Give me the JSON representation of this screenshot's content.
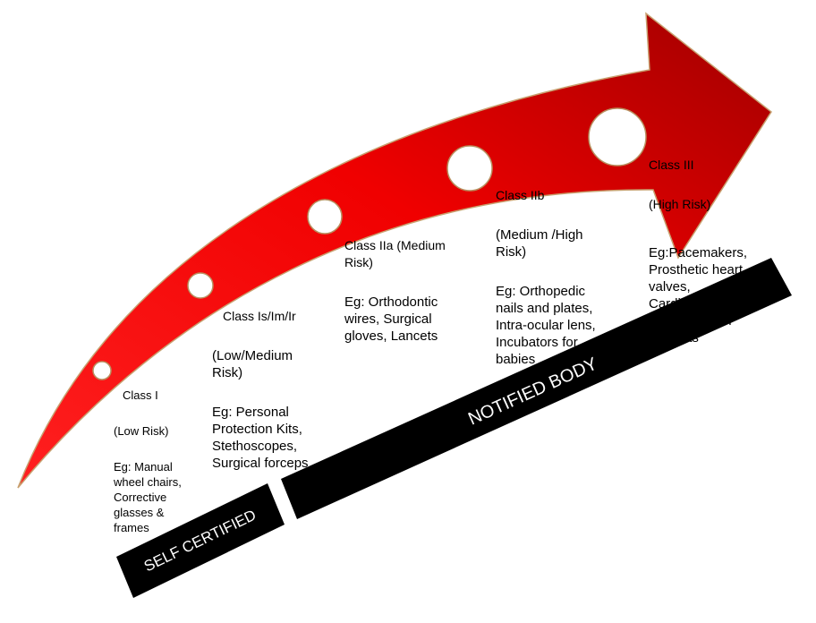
{
  "classes": [
    {
      "name": "Class I",
      "risk": "(Low Risk)",
      "examples": "Eg: Manual\nwheel chairs,\nCorrective\nglasses &\nframes"
    },
    {
      "name": "Class Is/Im/Ir",
      "risk": "(Low/Medium\nRisk)",
      "examples": "Eg: Personal\nProtection Kits,\nStethoscopes,\nSurgical forceps"
    },
    {
      "name": "Class IIa (Medium\nRisk)",
      "risk": "",
      "examples": "Eg: Orthodontic\nwires, Surgical\ngloves, Lancets"
    },
    {
      "name": "Class IIb",
      "risk": "(Medium /High\nRisk)",
      "examples": "Eg: Orthopedic\nnails and plates,\nIntra-ocular lens,\nIncubators for\nbabies"
    },
    {
      "name": "Class III",
      "risk": "(High Risk)",
      "examples": "Eg:Pacemakers,\nProsthetic heart\nvalves,\nCardiovascular\nsutures, Brain\nspatulas"
    }
  ],
  "bands": {
    "self_certified": "SELF CERTIFIED",
    "notified_body": "NOTIFIED BODY"
  },
  "colors": {
    "arrow_light": "#ff1a1a",
    "arrow_dark": "#a80000",
    "arrow_outline": "#c8a070",
    "band": "#000000",
    "band_text": "#ffffff"
  }
}
